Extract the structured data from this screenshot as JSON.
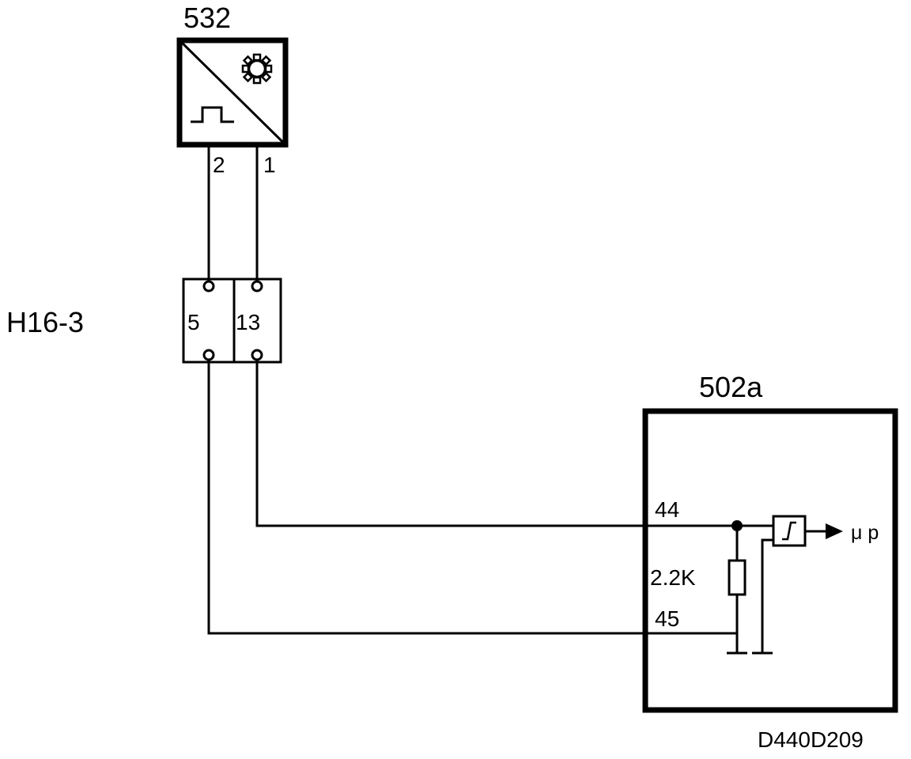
{
  "sensor": {
    "id": "532",
    "pin_left": "2",
    "pin_right": "1"
  },
  "connector": {
    "id": "H16-3",
    "pin_left": "5",
    "pin_right": "13"
  },
  "controller": {
    "id": "502a",
    "terminal_top": "44",
    "terminal_bottom": "45",
    "resistor_value": "2.2K",
    "output_label": "μ p"
  },
  "figure_code": "D440D209",
  "colors": {
    "line": "#000000",
    "background": "#ffffff"
  }
}
